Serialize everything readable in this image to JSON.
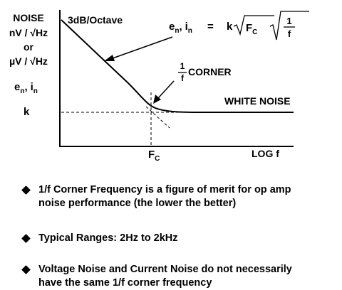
{
  "diagram": {
    "y_axis_label_lines": [
      "NOISE",
      "nV / √Hz",
      "or",
      "µV / √Hz"
    ],
    "y_variable": {
      "e": "e",
      "e_sub": "n",
      "sep": ",",
      "i": "i",
      "i_sub": "n"
    },
    "slope_label": "3dB/Octave",
    "formula": {
      "lhs_e": "e",
      "lhs_e_sub": "n",
      "comma": ",",
      "lhs_i": "i",
      "lhs_i_sub": "n",
      "equals": "=",
      "k": "k",
      "F": "F",
      "F_sub": "C",
      "num": "1",
      "den": "f"
    },
    "corner_label": {
      "num": "1",
      "den": "f",
      "text": "CORNER"
    },
    "white_noise_label": "WHITE NOISE",
    "k_label": "k",
    "fc_label": {
      "F": "F",
      "sub": "C"
    },
    "x_axis_label": "LOG f"
  },
  "bullets": [
    {
      "lines": [
        "1/f Corner Frequency is a figure of merit for op amp",
        "noise performance (the lower the better)"
      ]
    },
    {
      "lines": [
        "Typical Ranges: 2Hz to 2kHz"
      ]
    },
    {
      "lines": [
        "Voltage Noise and Current Noise do not necessarily",
        "have the same 1/f corner frequency"
      ]
    }
  ]
}
